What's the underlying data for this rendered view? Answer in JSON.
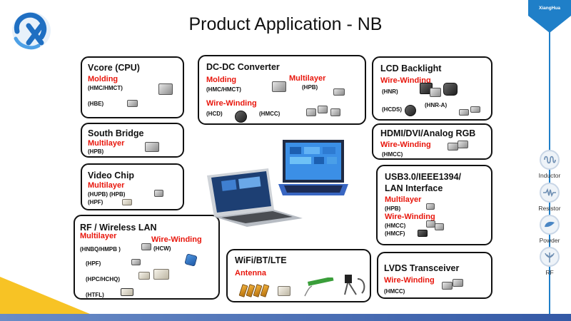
{
  "page": {
    "title": "Product Application - NB",
    "brand": "XiangHua",
    "colors": {
      "accent_red": "#e8160c",
      "brand_blue": "#1f7fc8",
      "bottom_band": "#3459a6",
      "corner_yellow": "#f7c325"
    }
  },
  "sidebar": {
    "items": [
      {
        "label": "Inductor",
        "icon": "inductor-icon"
      },
      {
        "label": "Resistor",
        "icon": "resistor-icon"
      },
      {
        "label": "Powder",
        "icon": "powder-icon"
      },
      {
        "label": "RF",
        "icon": "rf-antenna-icon"
      }
    ]
  },
  "cards": {
    "vcore": {
      "title": "Vcore (CPU)",
      "tech1": "Molding",
      "code1": "(HMC/HMCT)",
      "code2": "(HBE)"
    },
    "southbridge": {
      "title": "South Bridge",
      "tech1": "Multilayer",
      "code1": "(HPB)"
    },
    "videochip": {
      "title": "Video Chip",
      "tech1": "Multilayer",
      "code1": "(HUPB) (HPB)",
      "code2": "(HPF)"
    },
    "rflan": {
      "title": "RF / Wireless LAN",
      "tech1": "Multilayer",
      "tech2": "Wire-Winding",
      "code1": "(HNBQ/HMPB )",
      "code2": "(HCW)",
      "code3": "(HPF)",
      "code4": "(HPC/HCHQ)",
      "code5": "(HTFL)"
    },
    "dcdc": {
      "title": "DC-DC Converter",
      "tech1": "Molding",
      "tech2": "Multilayer",
      "tech3": "Wire-Winding",
      "code1": "(HMC/HMCT)",
      "code2": "(HPB)",
      "code3": "(HCD)",
      "code4": "(HMCC)"
    },
    "wifi": {
      "title": "WiFi/BT/LTE",
      "tech1": "Antenna"
    },
    "lcd": {
      "title": "LCD Backlight",
      "tech1": "Wire-Winding",
      "code1": "(HNR)",
      "code2": "(HNR-A)",
      "code3": "(HCDS)"
    },
    "hdmi": {
      "title": "HDMI/DVI/Analog RGB",
      "tech1": "Wire-Winding",
      "code1": "(HMCC)"
    },
    "usb": {
      "title_line1": "USB3.0/IEEE1394/",
      "title_line2": "LAN Interface",
      "tech1": "Multilayer",
      "tech2": "Wire-Winding",
      "code1": "(HPB)",
      "code2": "(HMCC)",
      "code3": "(HMCF)"
    },
    "lvds": {
      "title": "LVDS Transceiver",
      "tech1": "Wire-Winding",
      "code1": "(HMCC)"
    }
  }
}
